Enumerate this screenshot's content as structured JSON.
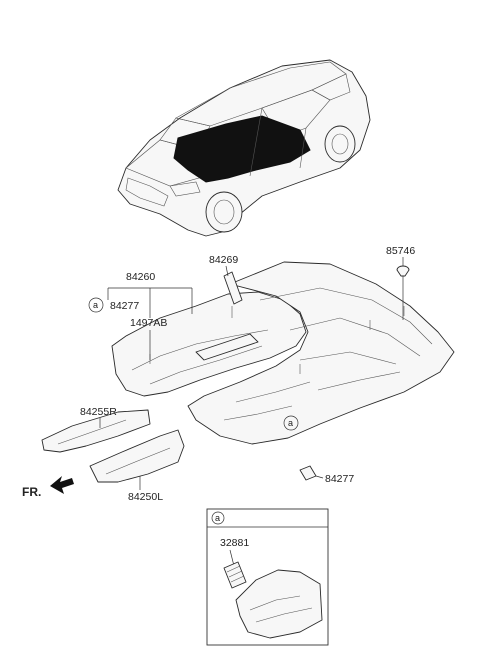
{
  "diagram": {
    "parts": {
      "p84260": "84260",
      "p84277_top": "84277",
      "p1497AB": "1497AB",
      "p84269": "84269",
      "p85746": "85746",
      "p84255R": "84255R",
      "p84250L": "84250L",
      "p84277_bottom": "84277",
      "p32881": "32881"
    },
    "markers": {
      "a_left": "a",
      "a_center": "a",
      "a_inset": "a"
    },
    "direction_label": "FR."
  }
}
